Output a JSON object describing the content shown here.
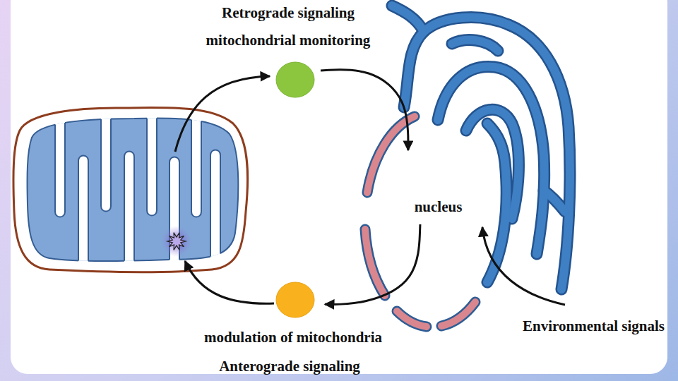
{
  "diagram": {
    "nodes": [
      {
        "text": [
          "Retrograde signaling",
          "mitochondrial monitoring"
        ]
      },
      {
        "text": [
          "nucleus"
        ]
      },
      {
        "text": [
          "modulation of mitochondria",
          "Anterograde signaling"
        ]
      }
    ],
    "edges": [
      {
        "from": 0,
        "to": 1,
        "arrow": "to"
      },
      {
        "from": 1,
        "to": 2,
        "arrow": "to"
      }
    ],
    "labels": [
      "Environmental signals"
    ]
  }
}
